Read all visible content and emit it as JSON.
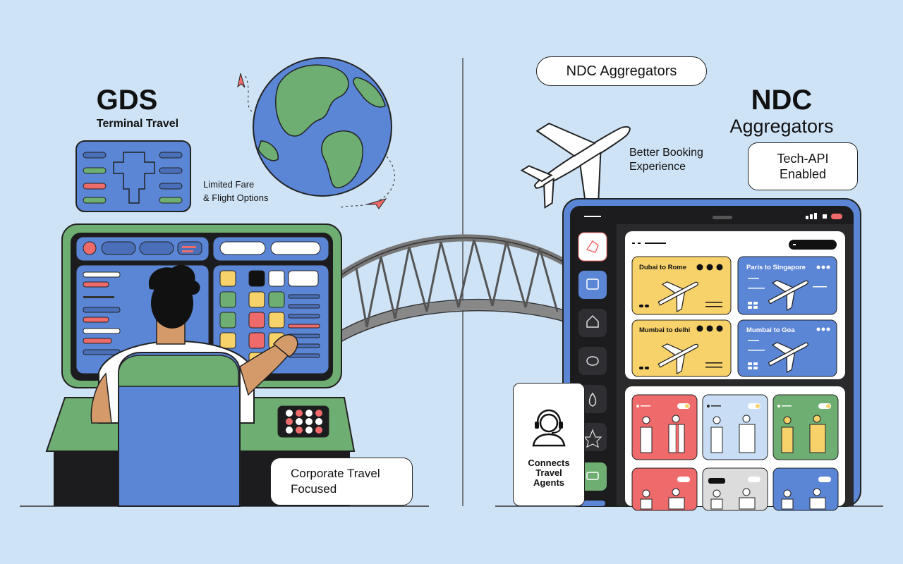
{
  "left": {
    "title": "GDS",
    "subtitle": "Terminal Travel",
    "limited_line1": "Limited Fare",
    "limited_line2": "& Flight Options",
    "corporate_line1": "Corporate Travel",
    "corporate_line2": "Focused"
  },
  "right": {
    "pill": "NDC Aggregators",
    "title_line1": "NDC",
    "title_line2": "Aggregators",
    "better_line1": "Better Booking",
    "better_line2": "Experience",
    "tech_line1": "Tech-API",
    "tech_line2": "Enabled",
    "agents_line1": "Connects",
    "agents_line2": "Travel",
    "agents_line3": "Agents"
  },
  "tablet": {
    "flights": [
      {
        "title": "Dubai to Rome"
      },
      {
        "title": "Paris to Singapore"
      },
      {
        "title": "Mumbai to delhi"
      },
      {
        "title": "Mumbai to Goa"
      }
    ]
  },
  "colors": {
    "background": "#cfe3f6",
    "green": "#6fae72",
    "blue": "#5b86d6",
    "yellow": "#f7d16a",
    "red": "#ef6b6b",
    "dark": "#1c1c1e"
  },
  "icons": [
    "globe-icon",
    "airplane-icon",
    "headset-agent-icon",
    "bridge-icon",
    "home-icon",
    "calendar-icon"
  ]
}
